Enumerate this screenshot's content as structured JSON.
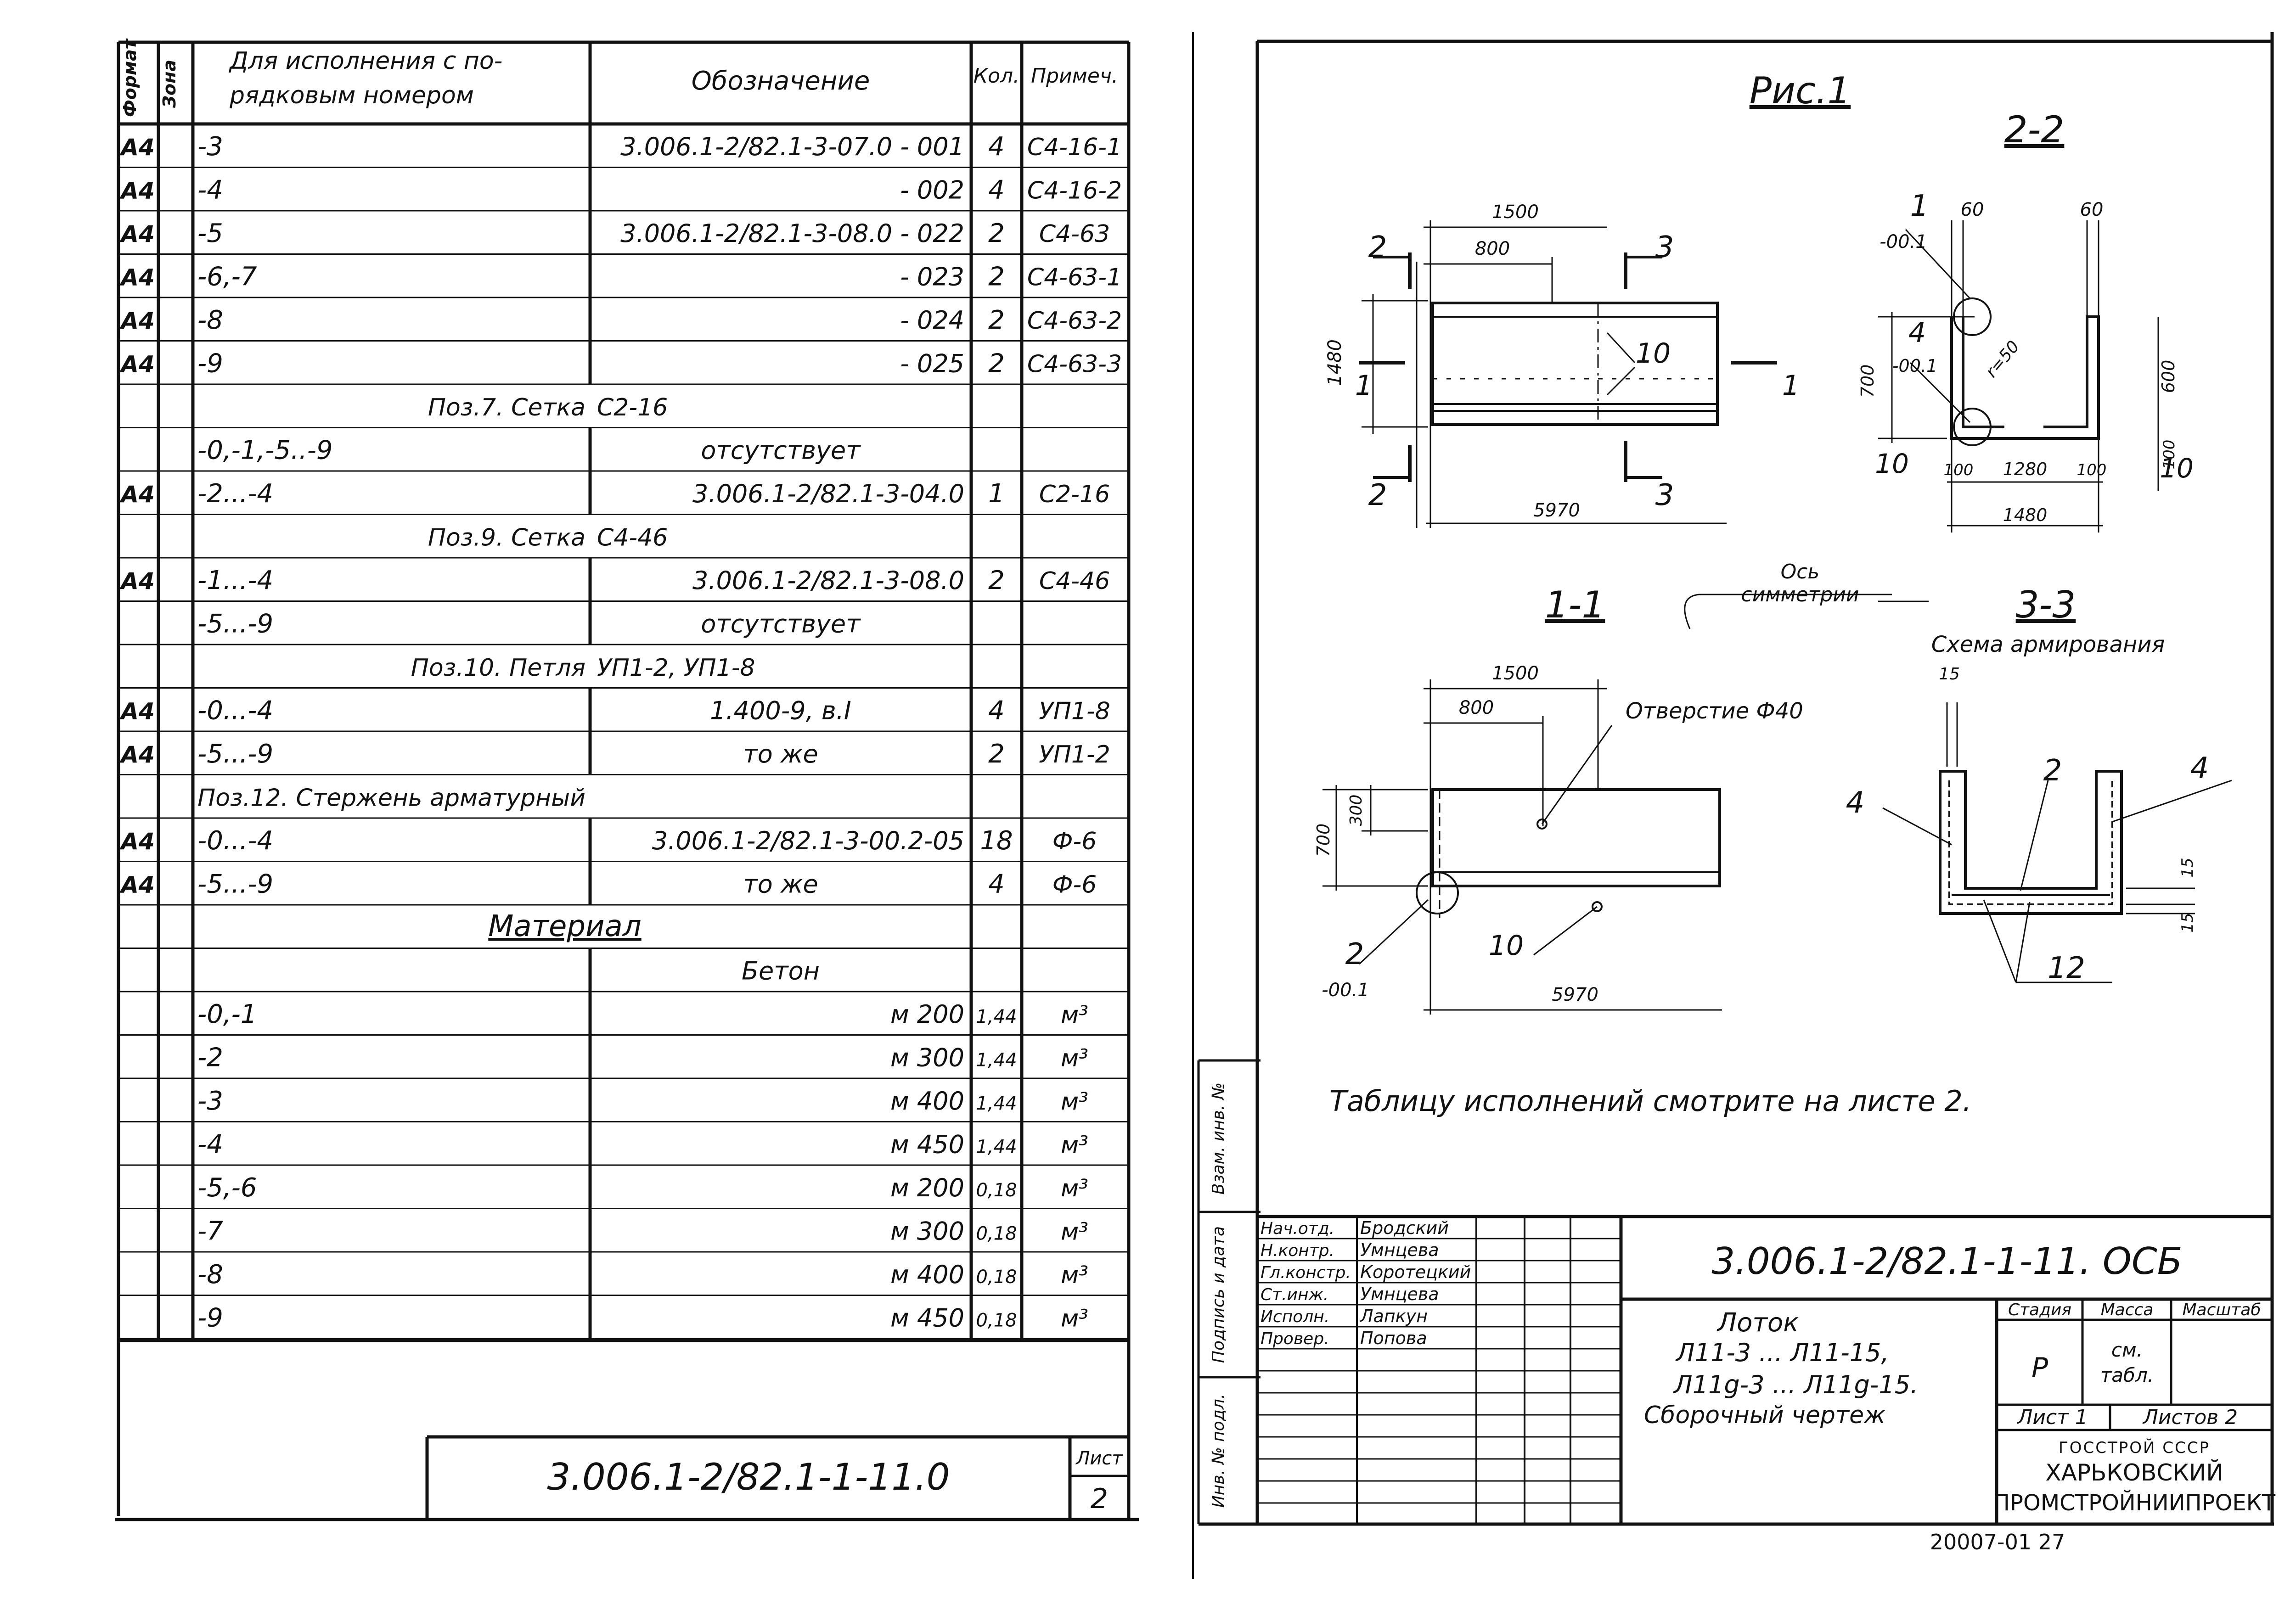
{
  "left_sheet": {
    "header": {
      "format": "Формат",
      "zone": "Зона",
      "variant_l1": "Для исполнения с по-",
      "variant_l2": "рядковым номером",
      "designation": "Обозначение",
      "qty": "Кол.",
      "note": "Примеч."
    },
    "rows": [
      {
        "fmt": "А4",
        "variant": "-3",
        "designation": "3.006.1-2/82.1-3-07.0 - 001",
        "qty": "4",
        "note": "С4-16-1"
      },
      {
        "fmt": "А4",
        "variant": "-4",
        "designation": "- 002",
        "qty": "4",
        "note": "С4-16-2"
      },
      {
        "fmt": "А4",
        "variant": "-5",
        "designation": "3.006.1-2/82.1-3-08.0 - 022",
        "qty": "2",
        "note": "С4-63"
      },
      {
        "fmt": "А4",
        "variant": "-6,-7",
        "designation": "- 023",
        "qty": "2",
        "note": "С4-63-1"
      },
      {
        "fmt": "А4",
        "variant": "-8",
        "designation": "- 024",
        "qty": "2",
        "note": "С4-63-2"
      },
      {
        "fmt": "А4",
        "variant": "-9",
        "designation": "- 025",
        "qty": "2",
        "note": "С4-63-3"
      },
      {
        "section": "Поз.7. Сетка",
        "section_right": "С2-16"
      },
      {
        "fmt": "",
        "variant": "-0,-1,-5..-9",
        "designation": "отсутствует",
        "qty": "",
        "note": ""
      },
      {
        "fmt": "А4",
        "variant": "-2...-4",
        "designation": "3.006.1-2/82.1-3-04.0",
        "qty": "1",
        "note": "С2-16"
      },
      {
        "section": "Поз.9. Сетка",
        "section_right": "С4-46"
      },
      {
        "fmt": "А4",
        "variant": "-1...-4",
        "designation": "3.006.1-2/82.1-3-08.0",
        "qty": "2",
        "note": "С4-46"
      },
      {
        "fmt": "",
        "variant": "-5...-9",
        "designation": "отсутствует",
        "qty": "",
        "note": ""
      },
      {
        "section": "Поз.10. Петля",
        "section_right": "УП1-2, УП1-8"
      },
      {
        "fmt": "А4",
        "variant": "-0...-4",
        "designation": "1.400-9, в.I",
        "qty": "4",
        "note": "УП1-8"
      },
      {
        "fmt": "А4",
        "variant": "-5...-9",
        "designation": "то же",
        "qty": "2",
        "note": "УП1-2"
      },
      {
        "section": "Поз.12. Стержень арматурный",
        "section_right": ""
      },
      {
        "fmt": "А4",
        "variant": "-0...-4",
        "designation": "3.006.1-2/82.1-3-00.2-05",
        "qty": "18",
        "note": "Ф-6"
      },
      {
        "fmt": "А4",
        "variant": "-5...-9",
        "designation": "то же",
        "qty": "4",
        "note": "Ф-6"
      },
      {
        "section": "Материал",
        "section_right": ""
      },
      {
        "fmt": "",
        "variant": "",
        "designation": "Бетон",
        "qty": "",
        "note": ""
      },
      {
        "fmt": "",
        "variant": "-0,-1",
        "designation": "м 200",
        "qty": "1,44",
        "note": "м³"
      },
      {
        "fmt": "",
        "variant": "-2",
        "designation": "м 300",
        "qty": "1,44",
        "note": "м³"
      },
      {
        "fmt": "",
        "variant": "-3",
        "designation": "м 400",
        "qty": "1,44",
        "note": "м³"
      },
      {
        "fmt": "",
        "variant": "-4",
        "designation": "м 450",
        "qty": "1,44",
        "note": "м³"
      },
      {
        "fmt": "",
        "variant": "-5,-6",
        "designation": "м 200",
        "qty": "0,18",
        "note": "м³"
      },
      {
        "fmt": "",
        "variant": "-7",
        "designation": "м 300",
        "qty": "0,18",
        "note": "м³"
      },
      {
        "fmt": "",
        "variant": "-8",
        "designation": "м 400",
        "qty": "0,18",
        "note": "м³"
      },
      {
        "fmt": "",
        "variant": "-9",
        "designation": "м 450",
        "qty": "0,18",
        "note": "м³"
      }
    ],
    "stamp_code": "3.006.1-2/82.1-1-11.0",
    "sheet_label": "Лист",
    "sheet_no": "2"
  },
  "right_sheet": {
    "fig_title": "Рис.1",
    "sec_2_2": "2-2",
    "sec_1_1": "1-1",
    "sec_3_3": "3-3",
    "axis_l1": "Ось",
    "axis_l2": "симметрии",
    "schema": "Схема армирования",
    "hole": "Отверстие Ф40",
    "note": "Таблицу исполнений смотрите на листе 2.",
    "dims": {
      "d1500": "1500",
      "d800": "800",
      "d1480": "1480",
      "d5970": "5970",
      "d10": "10",
      "d2": "2",
      "d3": "3",
      "d1": "1",
      "d60": "60",
      "d00_1": "-00.1",
      "d4": "4",
      "d700": "700",
      "d600": "600",
      "d100": "100",
      "d1280": "1280",
      "d_r50": "r=50",
      "d300": "300",
      "d15": "15",
      "d12": "12"
    },
    "side_col": [
      "Взам. инв. №",
      "Подпись и дата",
      "Инв. № подл."
    ],
    "signers": [
      {
        "role": "Нач.отд.",
        "name": "Бродский"
      },
      {
        "role": "Н.контр.",
        "name": "Умнцева"
      },
      {
        "role": "Гл.констр.",
        "name": "Коротецкий"
      },
      {
        "role": "Ст.инж.",
        "name": "Умнцева"
      },
      {
        "role": "Исполн.",
        "name": "Лапкун"
      },
      {
        "role": "Провер.",
        "name": "Попова"
      }
    ],
    "doc_code": "3.006.1-2/82.1-1-11. ОСБ",
    "title_l1": "Лоток",
    "title_l2": "Л11-3 ... Л11-15,",
    "title_l3": "Л11g-3 ... Л11g-15.",
    "title_l4": "Сборочный чертеж",
    "stage_h": "Стадия",
    "mass_h": "Масса",
    "scale_h": "Масштаб",
    "stage": "Р",
    "mass_l1": "см.",
    "mass_l2": "табл.",
    "sheet": "Лист 1",
    "sheets": "Листов 2",
    "org1": "ГОССТРОЙ СССР",
    "org2": "ХАРЬКОВСКИЙ",
    "org3": "ПРОМСТРОЙНИИПРОЕКТ",
    "footer": "20007-01  27"
  }
}
